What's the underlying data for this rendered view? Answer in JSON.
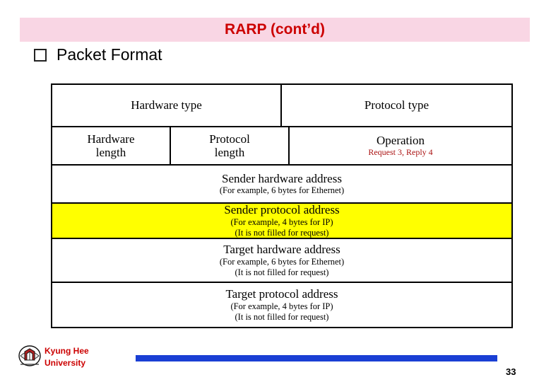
{
  "slide": {
    "title": "RARP (cont’d)",
    "title_color": "#cc0000",
    "title_band_color": "#f9d6e4",
    "bullet": {
      "marker": "square-bullet-icon",
      "label": "Packet Format"
    },
    "page_number": "33"
  },
  "packet": {
    "rows": [
      {
        "cells": [
          {
            "main": "Hardware type"
          },
          {
            "main": "Protocol type"
          }
        ]
      },
      {
        "cells": [
          {
            "main": "Hardware\nlength"
          },
          {
            "main": "Protocol\nlength"
          },
          {
            "main": "Operation",
            "sub_red": "Request 3, Reply 4"
          }
        ]
      },
      {
        "cells": [
          {
            "main": "Sender hardware address",
            "sub": "(For example, 6 bytes for Ethernet)"
          }
        ]
      },
      {
        "highlight": "#ffff00",
        "cells": [
          {
            "main": "Sender protocol address",
            "sub": "(For example, 4 bytes for IP)\n(It is not filled for request)"
          }
        ]
      },
      {
        "cells": [
          {
            "main": "Target hardware address",
            "sub": "(For example, 6 bytes for Ethernet)\n(It is not filled for request)"
          }
        ]
      },
      {
        "cells": [
          {
            "main": "Target protocol address",
            "sub": "(For example, 4 bytes for IP)\n(It is not filled for request)"
          }
        ]
      }
    ]
  },
  "footer": {
    "logo": "university-crest-icon",
    "line1": "Kyung Hee",
    "line2": "University",
    "bar_color": "#1a3fd4"
  }
}
